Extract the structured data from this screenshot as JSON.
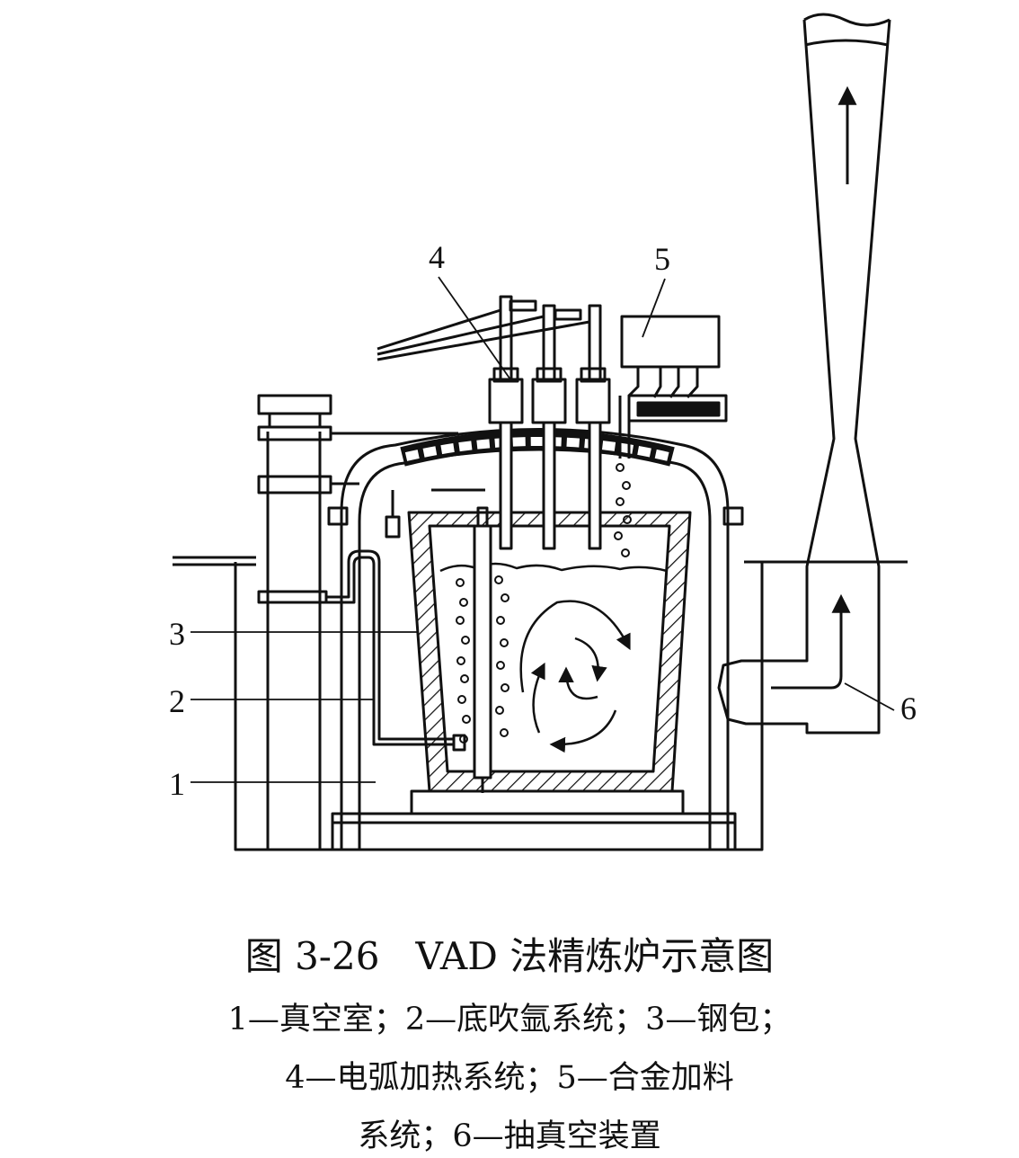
{
  "callouts": {
    "c1": "1",
    "c2": "2",
    "c3": "3",
    "c4": "4",
    "c5": "5",
    "c6": "6"
  },
  "caption": {
    "figure_number": "图 3-26",
    "title": "VAD 法精炼炉示意图",
    "legend_line1": "1—真空室；2—底吹氩系统；3—钢包；",
    "legend_line2": "4—电弧加热系统；5—合金加料",
    "legend_line3": "系统；6—抽真空装置"
  },
  "colors": {
    "ink": "#111111",
    "background": "#ffffff"
  }
}
